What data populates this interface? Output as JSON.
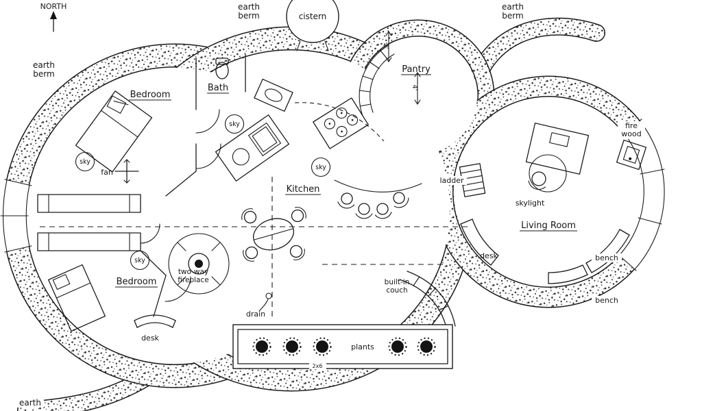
{
  "colors": {
    "ink": "#1a1a1a",
    "paper": "#ffffff"
  },
  "compass": {
    "north": "NORTH"
  },
  "site": {
    "earth": "earth",
    "berm": "berm"
  },
  "rooms": {
    "bedroom_upper": "Bedroom",
    "bedroom_lower": "Bedroom",
    "bath": "Bath",
    "kitchen": "Kitchen",
    "pantry": "Pantry",
    "living_room": "Living Room"
  },
  "fixtures": {
    "cistern": "cistern",
    "sky": "sky",
    "fan": "fan",
    "ladder": "ladder",
    "skylight": "skylight",
    "fire": "fire",
    "wood": "wood",
    "desk_living": "desk",
    "desk_bedroom": "desk",
    "bench_upper": "bench",
    "bench_lower": "bench",
    "two_way": "two-way",
    "fireplace": "fireplace",
    "built_in": "built-in",
    "couch": "couch",
    "drain": "drain",
    "plants": "plants"
  },
  "dimensions": {
    "pantry_width": "2'",
    "pantry_depth": "4'",
    "planter_board": "2x6"
  }
}
